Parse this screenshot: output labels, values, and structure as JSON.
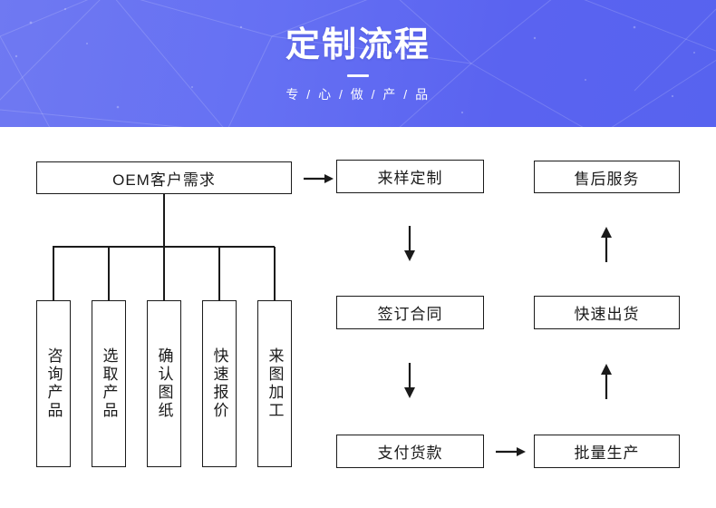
{
  "banner": {
    "title": "定制流程",
    "subtitle": "专 / 心 / 做 / 产 / 品",
    "background_start": "#6f79f2",
    "background_end": "#5763ef",
    "text_color": "#ffffff"
  },
  "flowchart": {
    "line_color": "#1a1a1a",
    "box_fill": "#ffffff",
    "root": {
      "label": "OEM客户需求"
    },
    "branches": [
      {
        "label": "咨询产品"
      },
      {
        "label": "选取产品"
      },
      {
        "label": "确认图纸"
      },
      {
        "label": "快速报价"
      },
      {
        "label": "来图加工"
      }
    ],
    "column_middle": [
      {
        "label": "来样定制"
      },
      {
        "label": "签订合同"
      },
      {
        "label": "支付货款"
      }
    ],
    "column_right": [
      {
        "label": "售后服务"
      },
      {
        "label": "快速出货"
      },
      {
        "label": "批量生产"
      }
    ],
    "connectors": [
      {
        "name": "root-to-sample",
        "direction": "right"
      },
      {
        "name": "sample-to-contract",
        "direction": "down"
      },
      {
        "name": "contract-to-payment",
        "direction": "down"
      },
      {
        "name": "payment-to-production",
        "direction": "right"
      },
      {
        "name": "production-to-shipping",
        "direction": "up"
      },
      {
        "name": "shipping-to-aftersales",
        "direction": "up"
      }
    ]
  }
}
